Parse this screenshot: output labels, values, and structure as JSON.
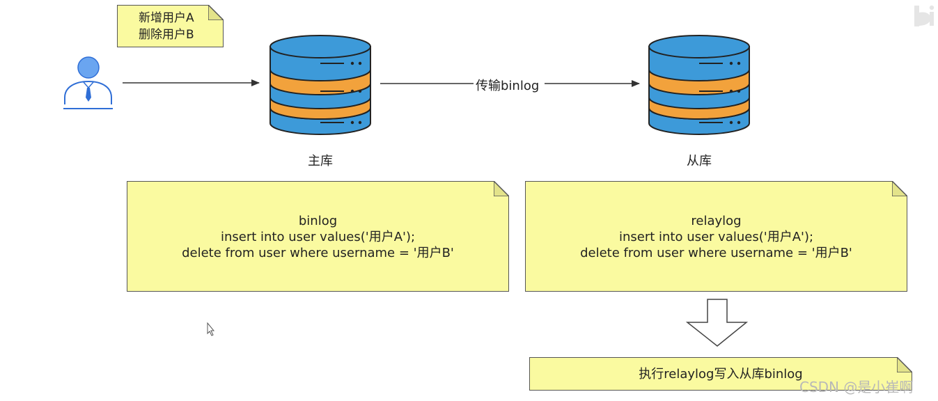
{
  "top_note": {
    "lines": [
      "新增用户A",
      "删除用户B"
    ]
  },
  "master": {
    "label": "主库"
  },
  "slave": {
    "label": "从库"
  },
  "transfer": {
    "label": "传输binlog"
  },
  "binlog_note": {
    "title": "binlog",
    "line1": "insert into user values('用户A');",
    "line2": "delete from user where username = '用户B'"
  },
  "relaylog_note": {
    "title": "relaylog",
    "line1": "insert into user values('用户A');",
    "line2": "delete from user where username = '用户B'"
  },
  "execute_note": {
    "text": "执行relaylog写入从库binlog"
  },
  "watermark": {
    "text": "CSDN @是小崔啊"
  },
  "colors": {
    "note_fill": "#fafaa0",
    "db_blue": "#3d9ad9",
    "db_orange": "#f2a23c",
    "user_blue": "#6aa5f0",
    "outline": "#333333"
  }
}
